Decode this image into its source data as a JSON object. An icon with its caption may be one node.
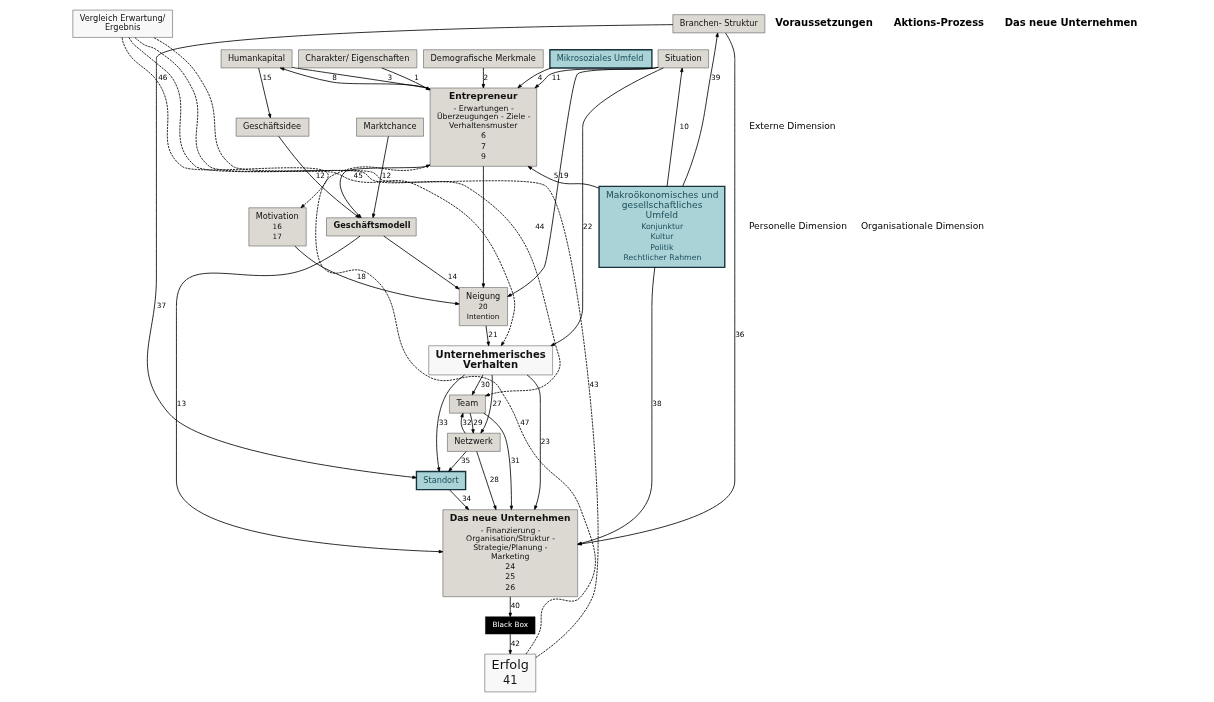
{
  "diagram": {
    "nodes": [
      {
        "text": [
          "Charakter/ Eigenschaften"
        ]
      },
      {
        "text": [
          "Demografische Merkmale"
        ]
      },
      {
        "text": [
          "Humankapital"
        ]
      },
      {
        "text": [
          "Geschäftsidee"
        ]
      },
      {
        "text": [
          "Entrepreneur",
          "- Erwartungen - Überzeugungen - Ziele - Verhaltensmuster",
          "6",
          "7",
          "9"
        ]
      },
      {
        "text": [
          "Motivation",
          "16",
          "17"
        ]
      },
      {
        "text": [
          "Neigung",
          "20",
          "Intention"
        ]
      },
      {
        "text": [
          "Geschäftsmodell"
        ]
      },
      {
        "text": [
          "Unternehmerisches Verhalten"
        ]
      },
      {
        "text": [
          "Team"
        ]
      },
      {
        "text": [
          "Netzwerk"
        ]
      },
      {
        "text": [
          "Vergleich Erwartung/ Ergebnis"
        ]
      },
      {
        "text": [
          "Das neue Unternehmen",
          "- Finanzierung - Organisation/Struktur - Strategie/Planung - Marketing",
          "24",
          "25",
          "26"
        ]
      },
      {
        "text": [
          "Black Box"
        ]
      },
      {
        "text": [
          "Erfolg",
          "41"
        ]
      },
      {
        "text": [
          "Mikrosoziales Umfeld"
        ]
      },
      {
        "text": [
          "Situation"
        ]
      },
      {
        "text": [
          "Marktchance"
        ]
      },
      {
        "text": [
          "Standort"
        ]
      },
      {
        "text": [
          "Branchen- Struktur"
        ]
      },
      {
        "text": [
          "Makroökonomisches und gesellschaftliches Umfeld",
          "Konjunktur",
          "Kultur",
          "Politik",
          "Rechtlicher Rahmen"
        ]
      }
    ],
    "edges": [
      {
        "from": 0,
        "to": 4,
        "arrow": "to",
        "label": "1"
      },
      {
        "from": 1,
        "to": 4,
        "arrow": "to",
        "label": "2"
      },
      {
        "from": 2,
        "to": 4,
        "arrow": "to",
        "label": "3"
      },
      {
        "from": 4,
        "to": 2,
        "arrow": "to",
        "label": "8"
      },
      {
        "from": 2,
        "to": 3,
        "arrow": "to",
        "label": "15"
      },
      {
        "from": 3,
        "to": 7,
        "arrow": "to",
        "label": "12"
      },
      {
        "from": 4,
        "to": 6,
        "arrow": "to"
      },
      {
        "from": 4,
        "to": 7,
        "arrow": "to"
      },
      {
        "from": 7,
        "to": 6,
        "arrow": "to",
        "label": "14"
      },
      {
        "from": 5,
        "to": 6,
        "arrow": "to",
        "label": "18"
      },
      {
        "from": 6,
        "to": 8,
        "arrow": "to",
        "label": "21"
      },
      {
        "from": 20,
        "to": 4,
        "arrow": "to",
        "label": "5"
      },
      {
        "from": 15,
        "to": 4,
        "arrow": "to",
        "label": "4"
      },
      {
        "from": 16,
        "to": 4,
        "arrow": "to",
        "label": "11"
      },
      {
        "from": 17,
        "to": 7,
        "arrow": "to",
        "label": "12"
      },
      {
        "from": 16,
        "to": 6,
        "arrow": "to",
        "label": "19"
      },
      {
        "from": 16,
        "to": 8,
        "arrow": "to",
        "label": "22"
      },
      {
        "from": 20,
        "to": 16,
        "arrow": "to",
        "label": "10"
      },
      {
        "from": 7,
        "to": 12,
        "arrow": "to",
        "label": "13"
      },
      {
        "from": 8,
        "to": 12,
        "arrow": "to",
        "label": "23"
      },
      {
        "from": 8,
        "to": 18,
        "arrow": "to",
        "label": "33"
      },
      {
        "from": 8,
        "to": 10,
        "arrow": "to",
        "label": "27"
      },
      {
        "from": 8,
        "to": 9,
        "arrow": "to",
        "label": "30"
      },
      {
        "from": 10,
        "to": 9,
        "arrow": "to",
        "label": "32"
      },
      {
        "from": 9,
        "to": 10,
        "arrow": "to",
        "label": "29"
      },
      {
        "from": 10,
        "to": 12,
        "arrow": "to",
        "label": "28"
      },
      {
        "from": 9,
        "to": 12,
        "arrow": "to",
        "label": "31"
      },
      {
        "from": 10,
        "to": 18,
        "arrow": "to",
        "label": "35"
      },
      {
        "from": 18,
        "to": 12,
        "arrow": "to",
        "label": "34"
      },
      {
        "from": 19,
        "to": 18,
        "arrow": "to",
        "label": "37"
      },
      {
        "from": 19,
        "to": 12,
        "arrow": "to",
        "label": "36"
      },
      {
        "from": 20,
        "to": 12,
        "arrow": "to",
        "label": "38"
      },
      {
        "from": 20,
        "to": 19,
        "arrow": "to",
        "label": "39"
      },
      {
        "from": 12,
        "to": 13,
        "arrow": "to",
        "label": "40"
      },
      {
        "from": 13,
        "to": 14,
        "arrow": "to",
        "label": "42"
      },
      {
        "from": 14,
        "to": 11,
        "arrow": "none",
        "label": "43",
        "style": "dashed"
      },
      {
        "from": 11,
        "to": 5,
        "arrow": "to",
        "label": "46",
        "style": "dashed"
      },
      {
        "from": 11,
        "to": 9,
        "arrow": "to",
        "label": "44",
        "style": "dashed"
      },
      {
        "from": 11,
        "to": 8,
        "arrow": "to",
        "label": "45",
        "style": "dashed"
      },
      {
        "from": 14,
        "to": 4,
        "arrow": "to",
        "label": "47",
        "style": "dashed"
      }
    ],
    "labels": [
      "Voraussetzungen",
      "Aktions-Prozess",
      "Das neue Unternehmen",
      "Personelle Dimension",
      "Organisationale Dimension",
      "Externe Dimension"
    ]
  }
}
